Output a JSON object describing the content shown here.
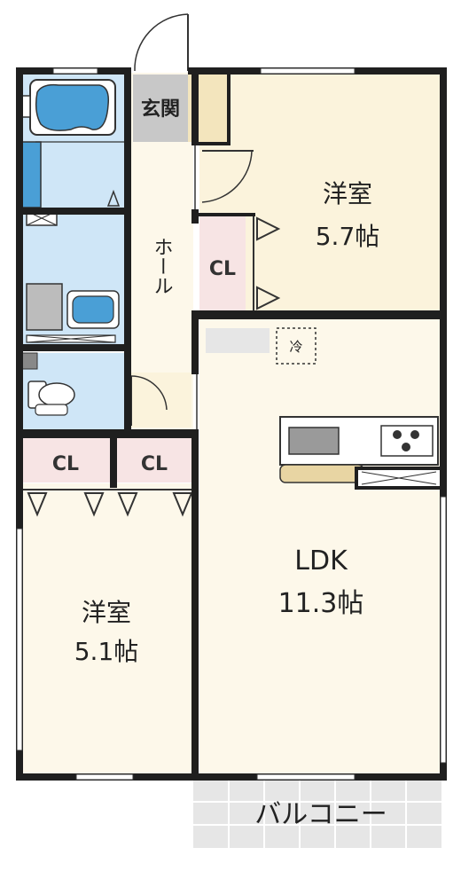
{
  "rooms": {
    "western_top": {
      "name": "洋室",
      "size": "5.7帖"
    },
    "western_bottom": {
      "name": "洋室",
      "size": "5.1帖"
    },
    "ldk": {
      "name": "LDK",
      "size": "11.3帖"
    },
    "entrance": {
      "name": "玄関"
    },
    "hall": {
      "name": "ホール"
    },
    "balcony": {
      "name": "バルコニー"
    },
    "closet_label": "CL",
    "fridge_label": "冷"
  },
  "colors": {
    "wall": "#1f1f1f",
    "floor": "#fbf3dc",
    "floor_light": "#fdf8ea",
    "wet": "#cfe6f7",
    "fixture": "#4a9fd6",
    "closet": "#f7e4e4",
    "entrance": "#c8c8c8",
    "balcony": "#e6e6e6",
    "counter": "#e8d5a3",
    "window": "#ffffff"
  }
}
